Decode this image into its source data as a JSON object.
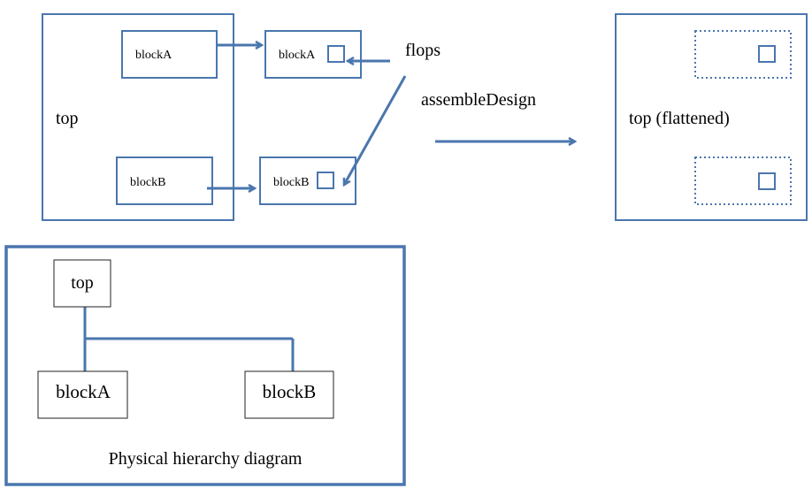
{
  "labels": {
    "top": "top",
    "blockA_inner": "blockA",
    "blockB_inner": "blockB",
    "blockA_ext": "blockA",
    "blockB_ext": "blockB",
    "flops": "flops",
    "assemble": "assembleDesign",
    "flattened": "top (flattened)"
  },
  "hierarchy": {
    "root": "top",
    "child_a": "blockA",
    "child_b": "blockB",
    "caption": "Physical hierarchy diagram"
  },
  "colors": {
    "stroke": "#4a76ae",
    "text": "#000000",
    "node_border": "#222222"
  }
}
